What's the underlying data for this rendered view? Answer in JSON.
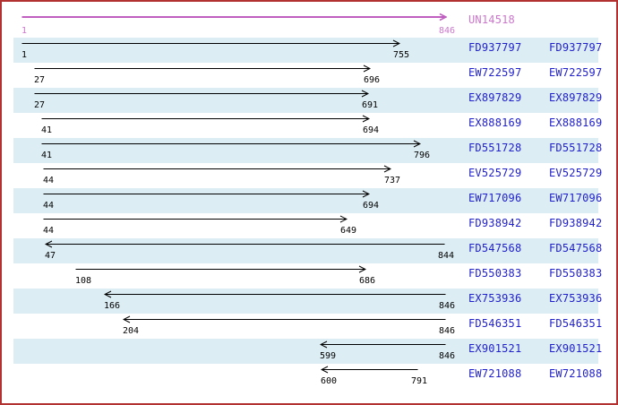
{
  "colors": {
    "border": "#b23131",
    "band": "#dcedf4",
    "accession": "#2222cc",
    "alignment": "#000000",
    "reference_arrow": "#c05fc0",
    "reference_text": "#cc77cc"
  },
  "chart_data": {
    "type": "range",
    "title": "",
    "xlim": [
      1,
      846
    ],
    "label_columns": 2,
    "reference": {
      "label": "UN14518",
      "start": 1,
      "end": 846,
      "direction": "right"
    },
    "rows": [
      {
        "accession": "FD937797",
        "start": 1,
        "end": 755,
        "direction": "right"
      },
      {
        "accession": "EW722597",
        "start": 27,
        "end": 696,
        "direction": "right"
      },
      {
        "accession": "EX897829",
        "start": 27,
        "end": 691,
        "direction": "right"
      },
      {
        "accession": "EX888169",
        "start": 41,
        "end": 694,
        "direction": "right"
      },
      {
        "accession": "FD551728",
        "start": 41,
        "end": 796,
        "direction": "right"
      },
      {
        "accession": "EV525729",
        "start": 44,
        "end": 737,
        "direction": "right"
      },
      {
        "accession": "EW717096",
        "start": 44,
        "end": 694,
        "direction": "right"
      },
      {
        "accession": "FD938942",
        "start": 44,
        "end": 649,
        "direction": "right"
      },
      {
        "accession": "FD547568",
        "start": 47,
        "end": 844,
        "direction": "left"
      },
      {
        "accession": "FD550383",
        "start": 108,
        "end": 686,
        "direction": "right"
      },
      {
        "accession": "EX753936",
        "start": 166,
        "end": 846,
        "direction": "left"
      },
      {
        "accession": "FD546351",
        "start": 204,
        "end": 846,
        "direction": "left"
      },
      {
        "accession": "EX901521",
        "start": 599,
        "end": 846,
        "direction": "left"
      },
      {
        "accession": "EW721088",
        "start": 600,
        "end": 791,
        "direction": "left"
      }
    ]
  }
}
